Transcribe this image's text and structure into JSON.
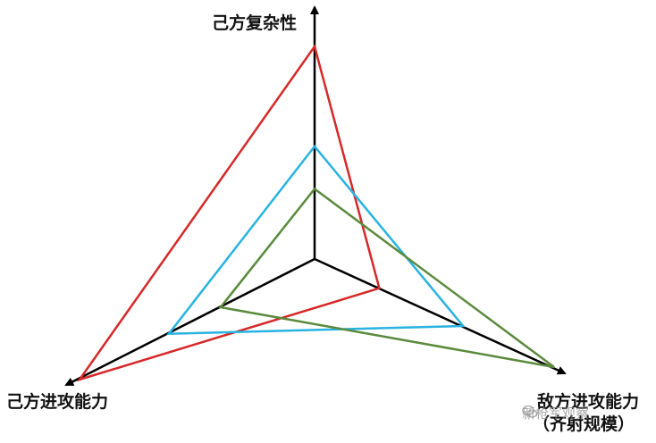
{
  "labels": {
    "top": "己方复杂性",
    "left": "己方进攻能力",
    "right_line1": "敌方进攻能力",
    "right_line2": "（齐射规模）"
  },
  "watermark": {
    "text": "新枪军观察",
    "icon": "wechat-icon"
  },
  "colors": {
    "axis": "#000000",
    "red": "#d62828",
    "blue": "#29b3e0",
    "green": "#5a8a3c"
  },
  "polygons": [
    {
      "color_key": "red",
      "values": {
        "top": 1.0,
        "left": 1.0,
        "right": 0.27
      }
    },
    {
      "color_key": "blue",
      "values": {
        "top": 0.53,
        "left": 0.62,
        "right": 0.62
      }
    },
    {
      "color_key": "green",
      "values": {
        "top": 0.33,
        "left": 0.4,
        "right": 1.0
      }
    }
  ]
}
